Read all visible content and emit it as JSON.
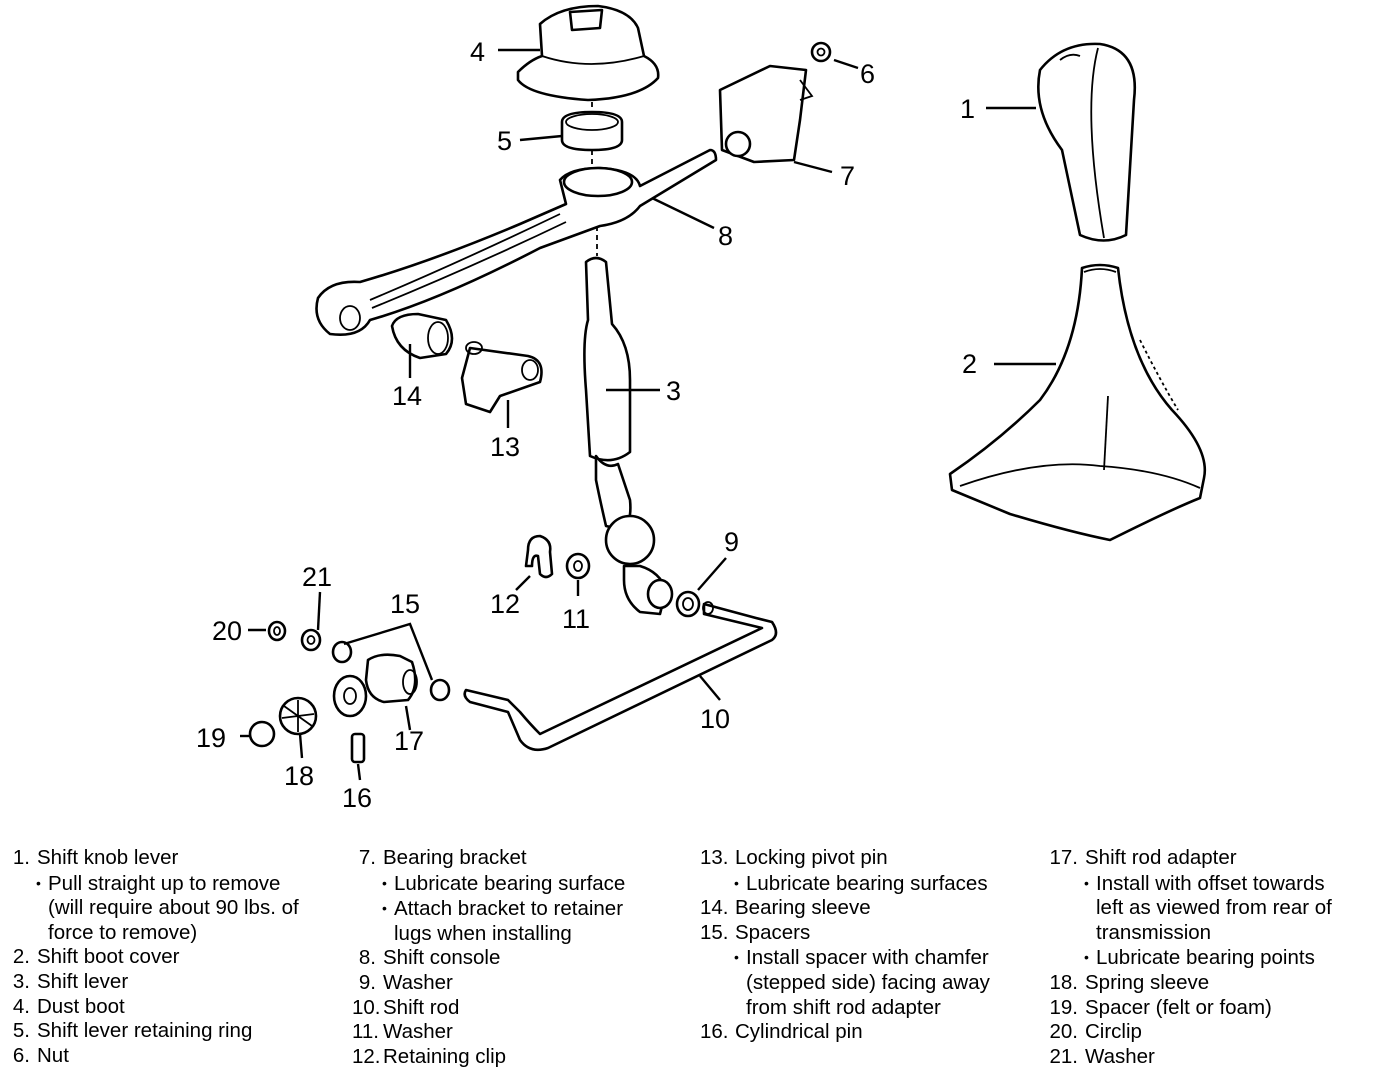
{
  "callouts": {
    "c1": "1",
    "c2": "2",
    "c3": "3",
    "c4": "4",
    "c5": "5",
    "c6": "6",
    "c7": "7",
    "c8": "8",
    "c9": "9",
    "c10": "10",
    "c11": "11",
    "c12": "12",
    "c13": "13",
    "c14": "14",
    "c15": "15",
    "c16": "16",
    "c17": "17",
    "c18": "18",
    "c19": "19",
    "c20": "20",
    "c21": "21"
  },
  "legend": [
    [
      {
        "num": "1.",
        "label": "Shift knob lever",
        "notes": [
          [
            "Pull straight up to remove",
            "(will require about 90 lbs. of",
            "force to remove)"
          ]
        ]
      },
      {
        "num": "2.",
        "label": "Shift boot cover",
        "notes": []
      },
      {
        "num": "3.",
        "label": "Shift lever",
        "notes": []
      },
      {
        "num": "4.",
        "label": "Dust boot",
        "notes": []
      },
      {
        "num": "5.",
        "label": "Shift lever retaining ring",
        "notes": []
      },
      {
        "num": "6.",
        "label": "Nut",
        "notes": []
      }
    ],
    [
      {
        "num": "7.",
        "label": "Bearing bracket",
        "notes": [
          [
            "Lubricate bearing surface"
          ],
          [
            "Attach bracket to retainer",
            "lugs when installing"
          ]
        ]
      },
      {
        "num": "8.",
        "label": "Shift console",
        "notes": []
      },
      {
        "num": "9.",
        "label": "Washer",
        "notes": []
      },
      {
        "num": "10.",
        "label": "Shift rod",
        "notes": []
      },
      {
        "num": "11.",
        "label": "Washer",
        "notes": []
      },
      {
        "num": "12.",
        "label": "Retaining clip",
        "notes": []
      }
    ],
    [
      {
        "num": "13.",
        "label": "Locking pivot pin",
        "notes": [
          [
            "Lubricate bearing surfaces"
          ]
        ]
      },
      {
        "num": "14.",
        "label": "Bearing sleeve",
        "notes": []
      },
      {
        "num": "15.",
        "label": "Spacers",
        "notes": [
          [
            "Install spacer with chamfer",
            "(stepped side) facing away",
            "from shift rod adapter"
          ]
        ]
      },
      {
        "num": "16.",
        "label": "Cylindrical pin",
        "notes": []
      }
    ],
    [
      {
        "num": "17.",
        "label": "Shift rod adapter",
        "notes": [
          [
            "Install with offset towards",
            "left as viewed from rear of",
            "transmission"
          ],
          [
            "Lubricate bearing points"
          ]
        ]
      },
      {
        "num": "18.",
        "label": "Spring sleeve",
        "notes": []
      },
      {
        "num": "19.",
        "label": "Spacer (felt or foam)",
        "notes": []
      },
      {
        "num": "20.",
        "label": "Circlip",
        "notes": []
      },
      {
        "num": "21.",
        "label": "Washer",
        "notes": []
      }
    ]
  ]
}
